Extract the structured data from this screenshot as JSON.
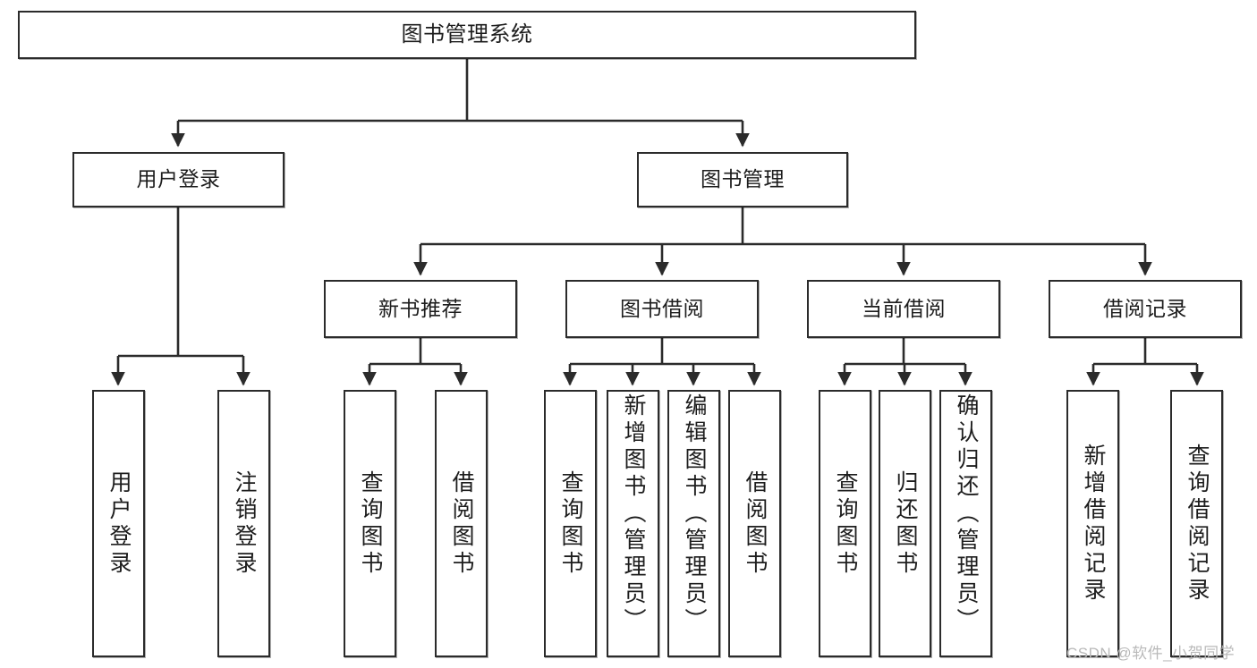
{
  "diagram": {
    "type": "tree",
    "title": "图书管理系统",
    "watermark": "CSDN @软件_小贺同学",
    "colors": {
      "box_border": "#2b2b2b",
      "box_fill": "#ffffff",
      "edge": "#2b2b2b",
      "text": "#1d1d1d",
      "watermark": "#b9b9b9"
    },
    "nodes": {
      "root": {
        "label": "图书管理系统",
        "level": 0,
        "orientation": "horizontal"
      },
      "l1": [
        {
          "id": "user_login",
          "label": "用户登录",
          "level": 1,
          "orientation": "horizontal"
        },
        {
          "id": "book_mgmt",
          "label": "图书管理",
          "level": 1,
          "orientation": "horizontal"
        }
      ],
      "l2": [
        {
          "id": "new_book_rec",
          "label": "新书推荐",
          "level": 2,
          "orientation": "horizontal",
          "parent": "book_mgmt"
        },
        {
          "id": "book_borrow",
          "label": "图书借阅",
          "level": 2,
          "orientation": "horizontal",
          "parent": "book_mgmt"
        },
        {
          "id": "current_borrow",
          "label": "当前借阅",
          "level": 2,
          "orientation": "horizontal",
          "parent": "book_mgmt"
        },
        {
          "id": "borrow_record",
          "label": "借阅记录",
          "level": 2,
          "orientation": "horizontal",
          "parent": "book_mgmt"
        }
      ],
      "leaves": [
        {
          "id": "leaf_user_login",
          "label": "用户登录",
          "parent": "user_login",
          "orientation": "vertical"
        },
        {
          "id": "leaf_user_logout",
          "label": "注销登录",
          "parent": "user_login",
          "orientation": "vertical"
        },
        {
          "id": "leaf_query_book_1",
          "label": "查询图书",
          "parent": "new_book_rec",
          "orientation": "vertical"
        },
        {
          "id": "leaf_borrow_book_1",
          "label": "借阅图书",
          "parent": "new_book_rec",
          "orientation": "vertical"
        },
        {
          "id": "leaf_query_book_2",
          "label": "查询图书",
          "parent": "book_borrow",
          "orientation": "vertical"
        },
        {
          "id": "leaf_add_book",
          "label": "新增图书（管理员）",
          "parent": "book_borrow",
          "orientation": "vertical"
        },
        {
          "id": "leaf_edit_book",
          "label": "编辑图书（管理员）",
          "parent": "book_borrow",
          "orientation": "vertical"
        },
        {
          "id": "leaf_borrow_book_2",
          "label": "借阅图书",
          "parent": "book_borrow",
          "orientation": "vertical"
        },
        {
          "id": "leaf_query_book_3",
          "label": "查询图书",
          "parent": "current_borrow",
          "orientation": "vertical"
        },
        {
          "id": "leaf_return_book",
          "label": "归还图书",
          "parent": "current_borrow",
          "orientation": "vertical"
        },
        {
          "id": "leaf_confirm_return",
          "label": "确认归还（管理员）",
          "parent": "current_borrow",
          "orientation": "vertical"
        },
        {
          "id": "leaf_add_record",
          "label": "新增借阅记录",
          "parent": "borrow_record",
          "orientation": "vertical"
        },
        {
          "id": "leaf_query_record",
          "label": "查询借阅记录",
          "parent": "borrow_record",
          "orientation": "vertical"
        }
      ]
    }
  }
}
